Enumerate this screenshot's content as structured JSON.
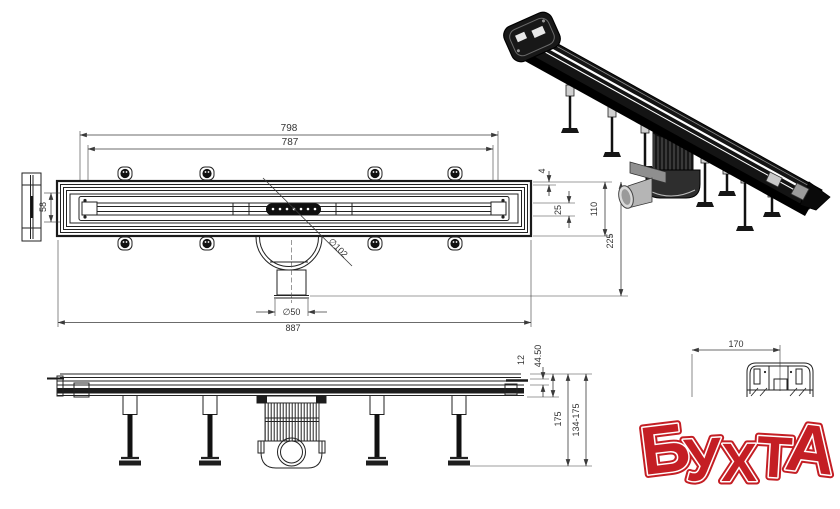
{
  "page": {
    "background": "#ffffff"
  },
  "drawing": {
    "type": "technical-drawing",
    "subject": "linear shower drain channel with trap and adjustable feet",
    "line_color": "#222222",
    "dim_color": "#333333",
    "dimensions": {
      "plan": {
        "overall_798": "798",
        "inner_787": "787",
        "end_slot_58": "58",
        "edge_gap_4": "4",
        "slot_25": "25",
        "body_width_110": "110",
        "depth_225": "225",
        "trap_dia_102": "∅102",
        "outlet_dia_50": "∅50",
        "total_887": "887"
      },
      "elevation": {
        "flange_12": "12",
        "height_44_50": "44.50",
        "height_175": "175",
        "height_range": "134-175"
      },
      "section": {
        "width_170": "170"
      }
    }
  },
  "logo": {
    "text": "БУХТА",
    "letters": [
      "Б",
      "У",
      "Х",
      "Т",
      "А"
    ],
    "color": "#c41e24",
    "outline": "#ffffff"
  }
}
